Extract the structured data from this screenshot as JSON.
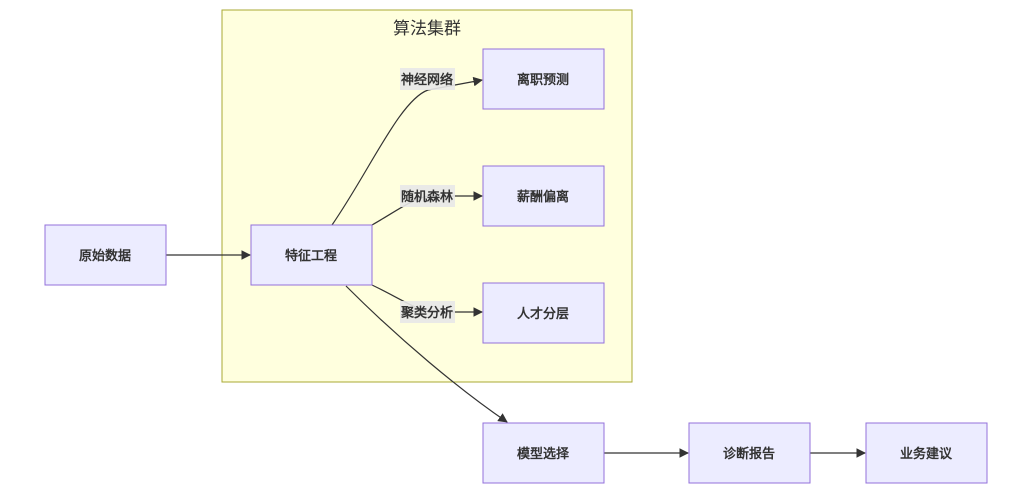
{
  "cluster": {
    "title": "算法集群"
  },
  "nodes": {
    "raw_data": "原始数据",
    "feature_engineering": "特征工程",
    "attrition_prediction": "离职预测",
    "salary_bias": "薪酬偏离",
    "talent_tiering": "人才分层",
    "model_selection": "模型选择",
    "diagnosis_report": "诊断报告",
    "business_advice": "业务建议"
  },
  "edge_labels": {
    "neural_network": "神经网络",
    "random_forest": "随机森林",
    "clustering": "聚类分析"
  },
  "colors": {
    "cluster_fill": "#ffffde",
    "cluster_stroke": "#aaaa33",
    "node_fill": "#ececff",
    "node_stroke": "#9370db",
    "edge": "#333333"
  }
}
